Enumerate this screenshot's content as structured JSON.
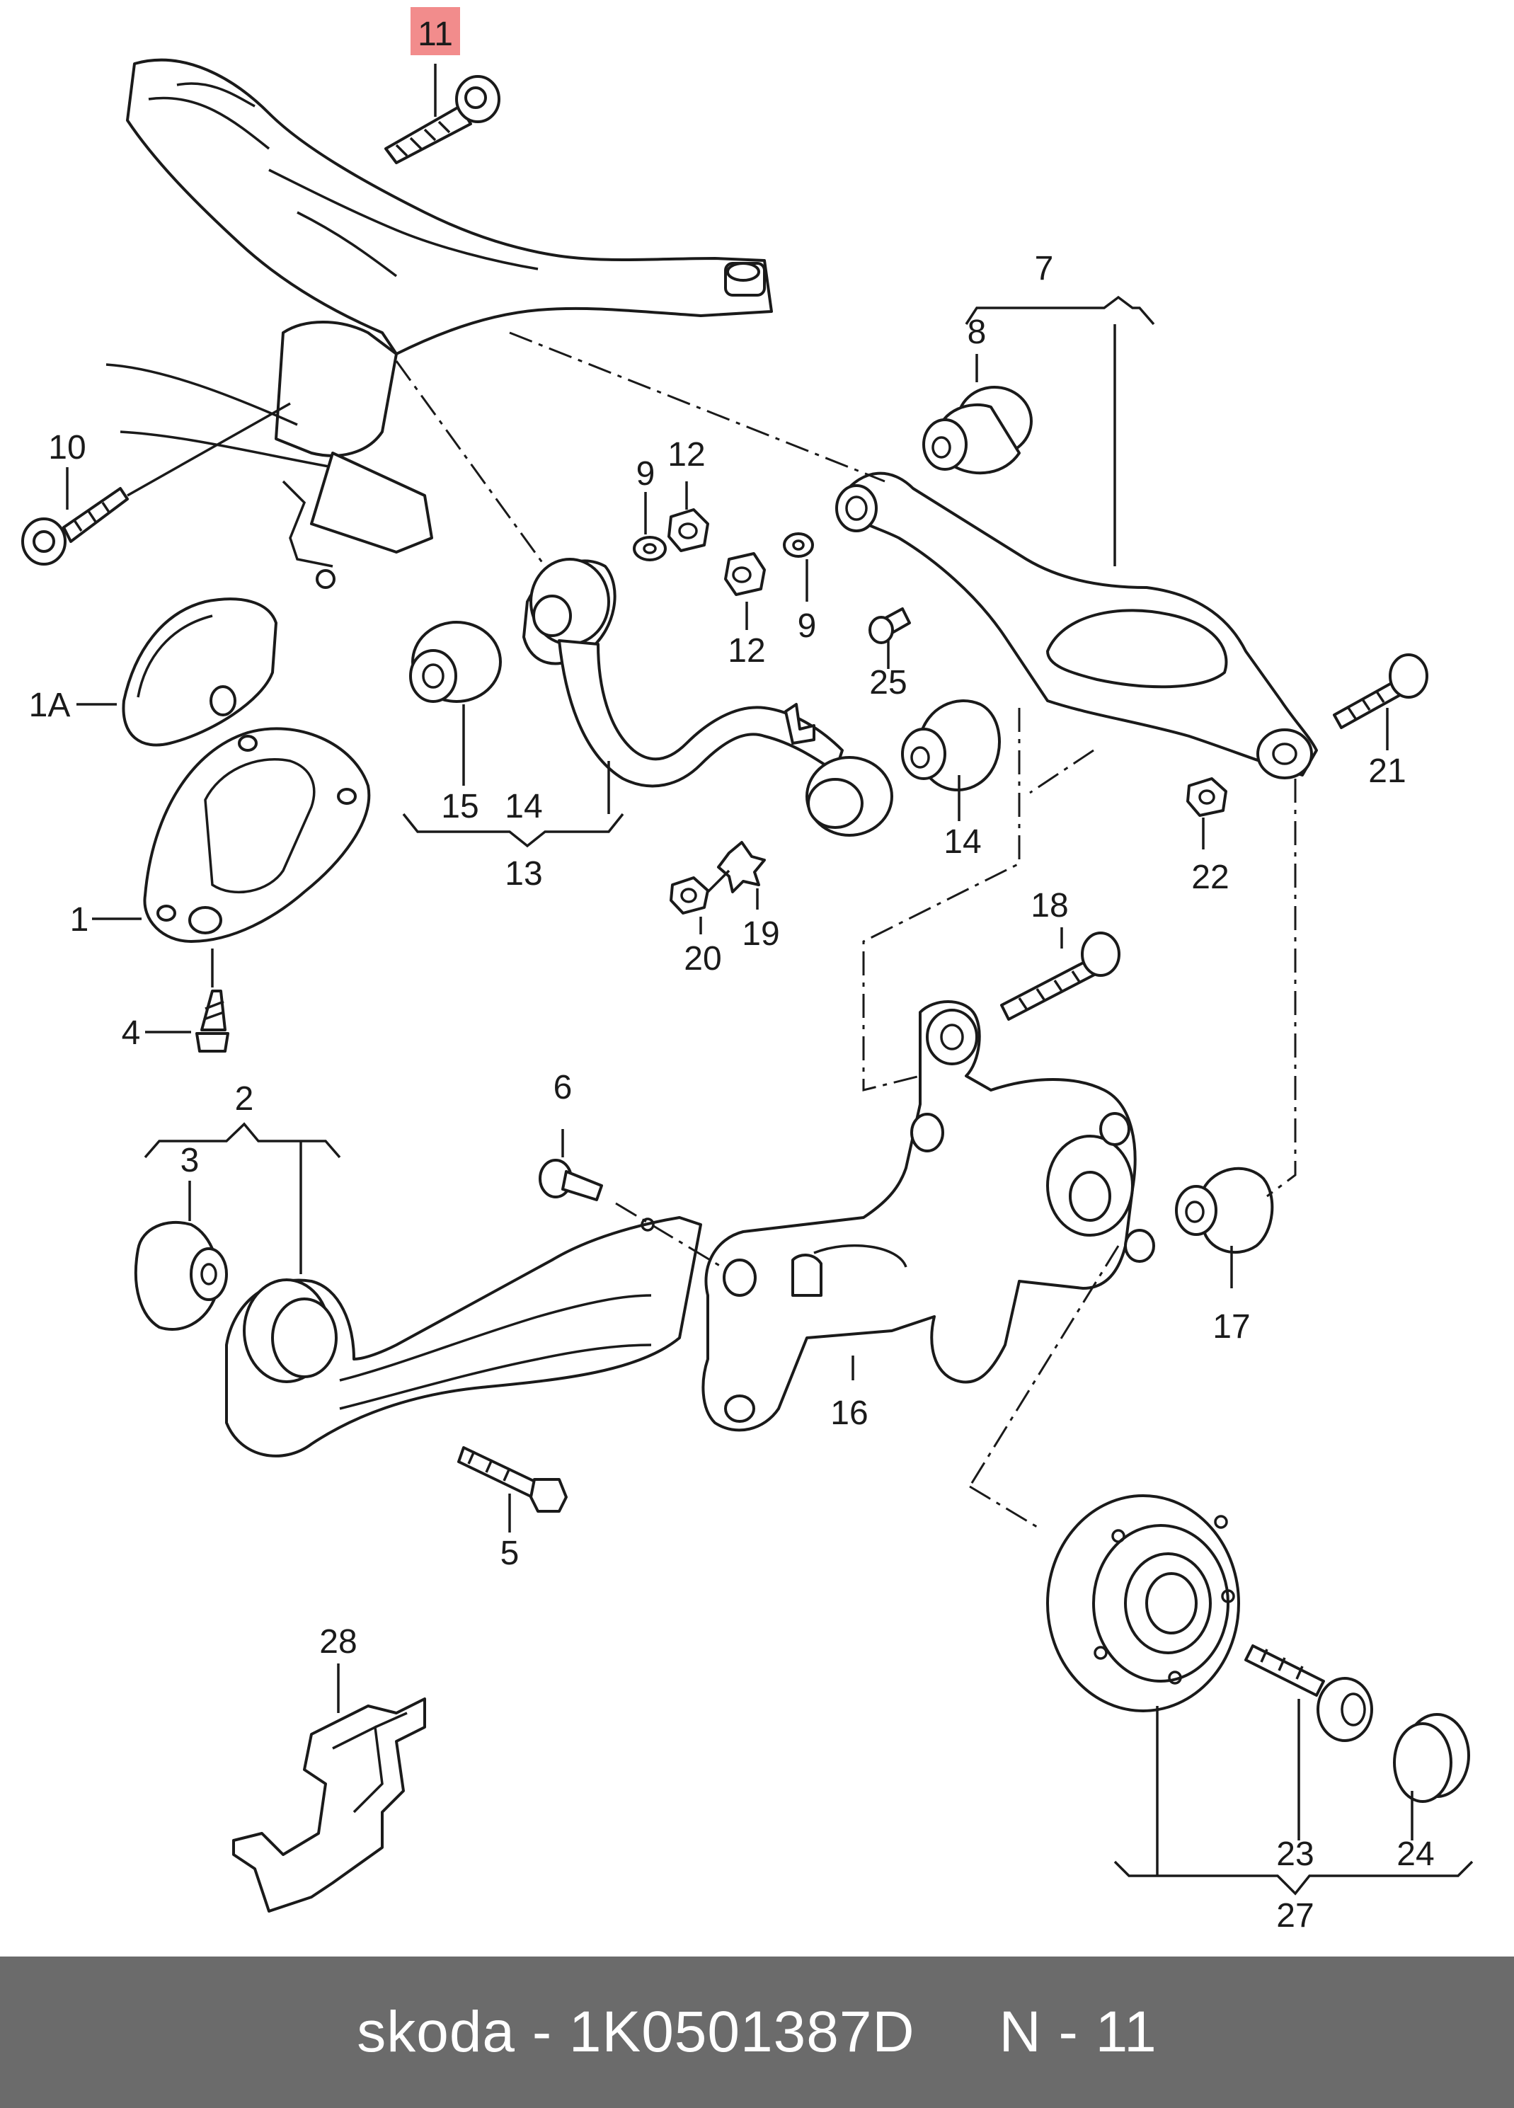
{
  "footer": {
    "text": "skoda - 1K0501387D     N - 11"
  },
  "highlight_color": "#f28c8c",
  "callouts": [
    "11",
    "7",
    "8",
    "10",
    "12",
    "9",
    "12",
    "9",
    "25",
    "1A",
    "15",
    "14",
    "13",
    "14",
    "21",
    "22",
    "1",
    "20",
    "19",
    "18",
    "4",
    "6",
    "2",
    "3",
    "17",
    "16",
    "5",
    "28",
    "23",
    "24",
    "27"
  ]
}
